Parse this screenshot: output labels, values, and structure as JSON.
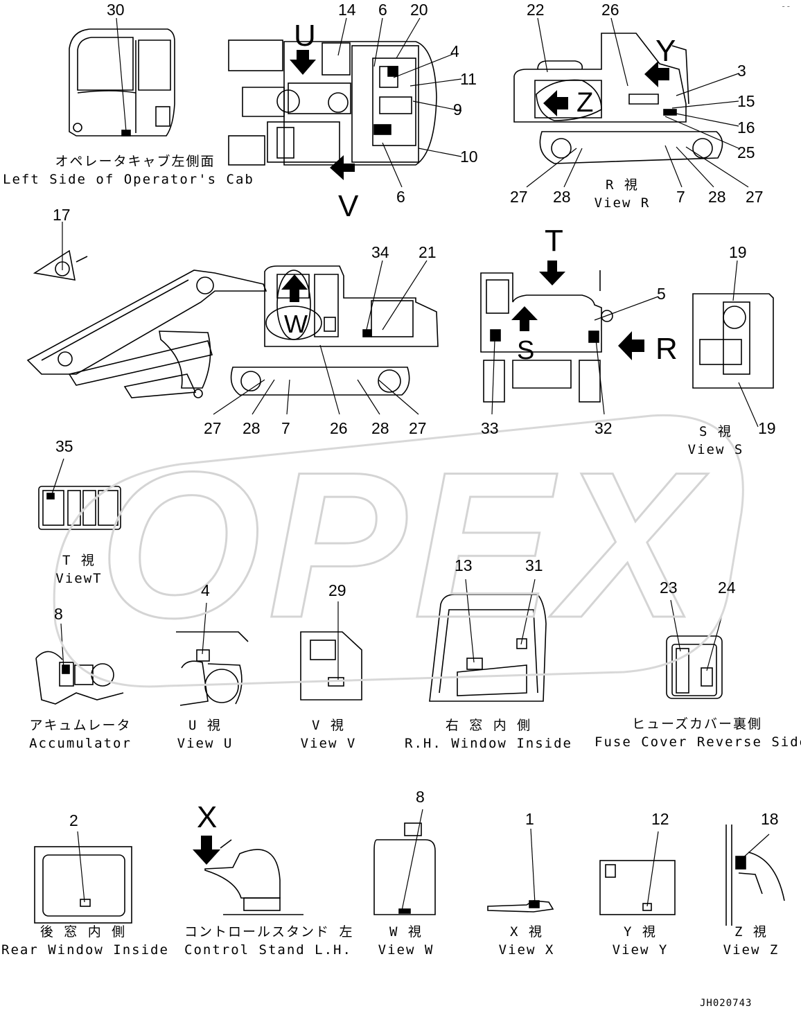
{
  "watermark": {
    "text": "OPEX"
  },
  "drawing_code": "JH020743",
  "corner_mark": "--",
  "part_numbers": [
    "30",
    "14",
    "6",
    "20",
    "4",
    "11",
    "9",
    "10",
    "6",
    "22",
    "26",
    "3",
    "15",
    "16",
    "25",
    "27",
    "28",
    "7",
    "28",
    "27",
    "17",
    "34",
    "21",
    "5",
    "19",
    "19",
    "27",
    "28",
    "7",
    "26",
    "28",
    "27",
    "33",
    "32",
    "35",
    "4",
    "29",
    "8",
    "13",
    "31",
    "23",
    "24",
    "2",
    "8",
    "1",
    "12",
    "18"
  ],
  "view_letters": {
    "U": "U",
    "V": "V",
    "Y": "Y",
    "Z": "Z",
    "T": "T",
    "R": "R",
    "S": "S",
    "W": "W",
    "X": "X"
  },
  "captions": {
    "left_cab_jp": "オペレータキャブ左側面",
    "left_cab_en": "Left Side of Operator's Cab",
    "view_r_jp": "R 視",
    "view_r_en": "View R",
    "view_s_jp": "S 視",
    "view_s_en": "View S",
    "view_t_jp": "T 視",
    "view_t_en": "ViewT",
    "accumulator_jp": "アキュムレータ",
    "accumulator_en": "Accumulator",
    "view_u_jp": "U 視",
    "view_u_en": "View U",
    "view_v_jp": "V 視",
    "view_v_en": "View V",
    "rh_window_jp": "右 窓 内 側",
    "rh_window_en": "R.H. Window Inside",
    "fuse_cover_jp": "ヒューズカバー裏側",
    "fuse_cover_en": "Fuse Cover Reverse Side",
    "rear_window_jp": "後 窓 内 側",
    "rear_window_en": "Rear Window Inside",
    "control_stand_jp": "コントロールスタンド 左",
    "control_stand_en": "Control Stand L.H.",
    "view_w_jp": "W 視",
    "view_w_en": "View W",
    "view_x_jp": "X 視",
    "view_x_en": "View X",
    "view_y_jp": "Y 視",
    "view_y_en": "View Y",
    "view_z_jp": "Z 視",
    "view_z_en": "View Z"
  }
}
